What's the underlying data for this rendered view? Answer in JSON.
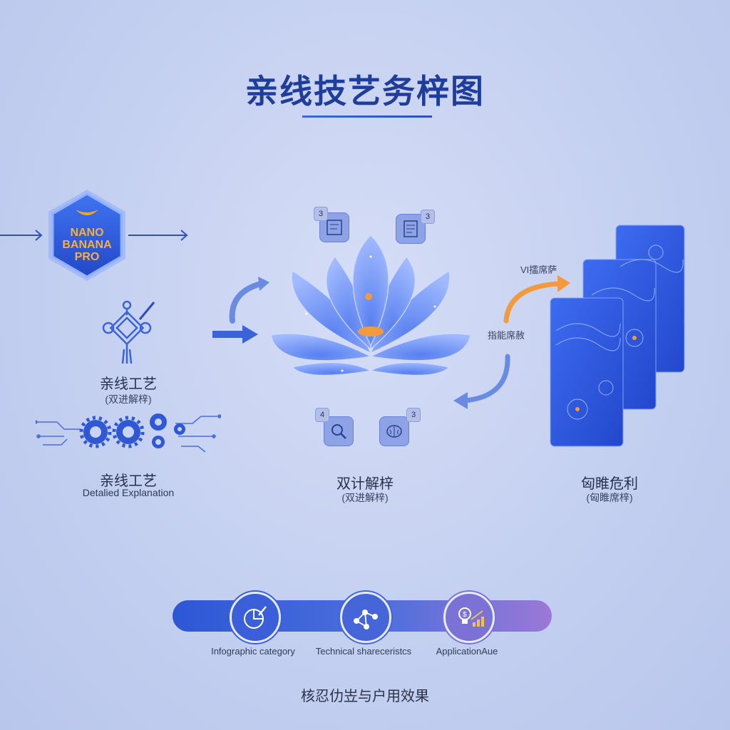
{
  "title": "亲线技艺务梓图",
  "logo": {
    "lines": [
      "NANO",
      "BANANA",
      "PRO"
    ]
  },
  "left": {
    "label1_cn": "亲线工艺",
    "label1_sub": "(双进解梓)",
    "label2_cn": "亲线工艺",
    "label2_en": "Detalied Explanation"
  },
  "center": {
    "badges": [
      "3",
      "3",
      "4",
      "3"
    ],
    "label_cn": "双计解梓",
    "label_sub": "(双进解梓)"
  },
  "right": {
    "top_label": "VI擂席萨",
    "mid_label": "指能席赦",
    "label_cn": "匈睢危利",
    "label_sub": "(匈睢席梓)"
  },
  "bottom": {
    "stages": [
      {
        "label": "Infographic category",
        "icon": "chart-pen-icon"
      },
      {
        "label": "Technical shareceristcs",
        "icon": "network-nodes-icon"
      },
      {
        "label": "ApplicationAue",
        "icon": "lightbulb-growth-icon"
      }
    ],
    "caption": "核忍仂岦与户用效果"
  },
  "colors": {
    "accent": "#2c57d6",
    "title": "#1f3e9c",
    "orange": "#f39a3c",
    "purple": "#9b78d6"
  }
}
